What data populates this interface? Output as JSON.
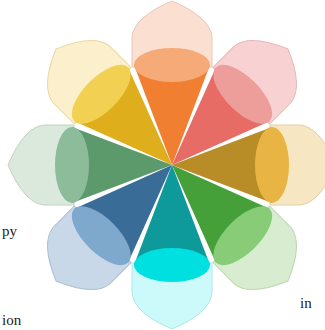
{
  "diagram": {
    "labels": [
      "py",
      "in",
      "ion"
    ]
  }
}
